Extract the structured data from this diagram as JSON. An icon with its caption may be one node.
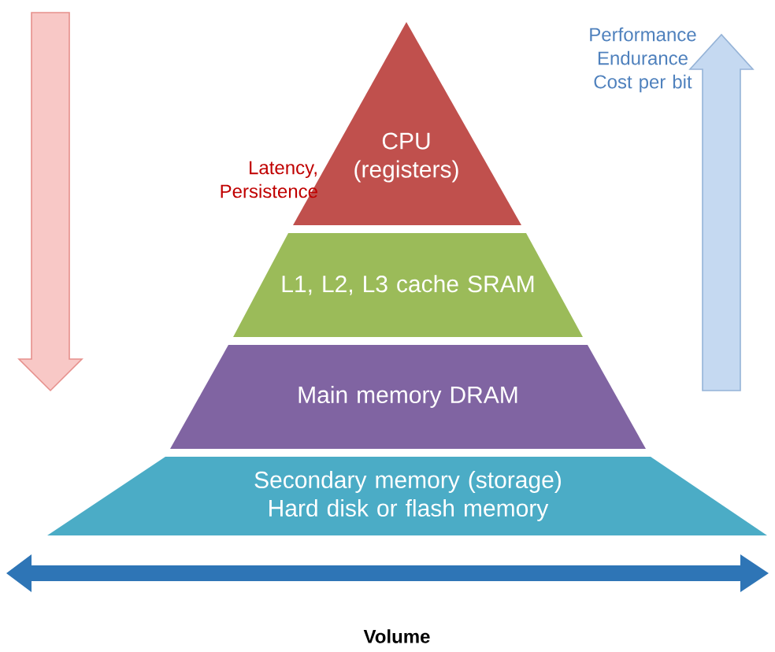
{
  "diagram": {
    "nodes": [
      {
        "text": [
          "CPU (registers)"
        ]
      },
      {
        "text": [
          "L1, L2, L3 cache SRAM"
        ]
      },
      {
        "text": [
          "Main memory DRAM"
        ]
      },
      {
        "text": [
          "Secondary memory (storage) Hard disk or flash memory"
        ]
      }
    ],
    "labels": [
      "Latency, Persistence",
      "Performance Endurance Cost per bit",
      "Volume"
    ]
  }
}
